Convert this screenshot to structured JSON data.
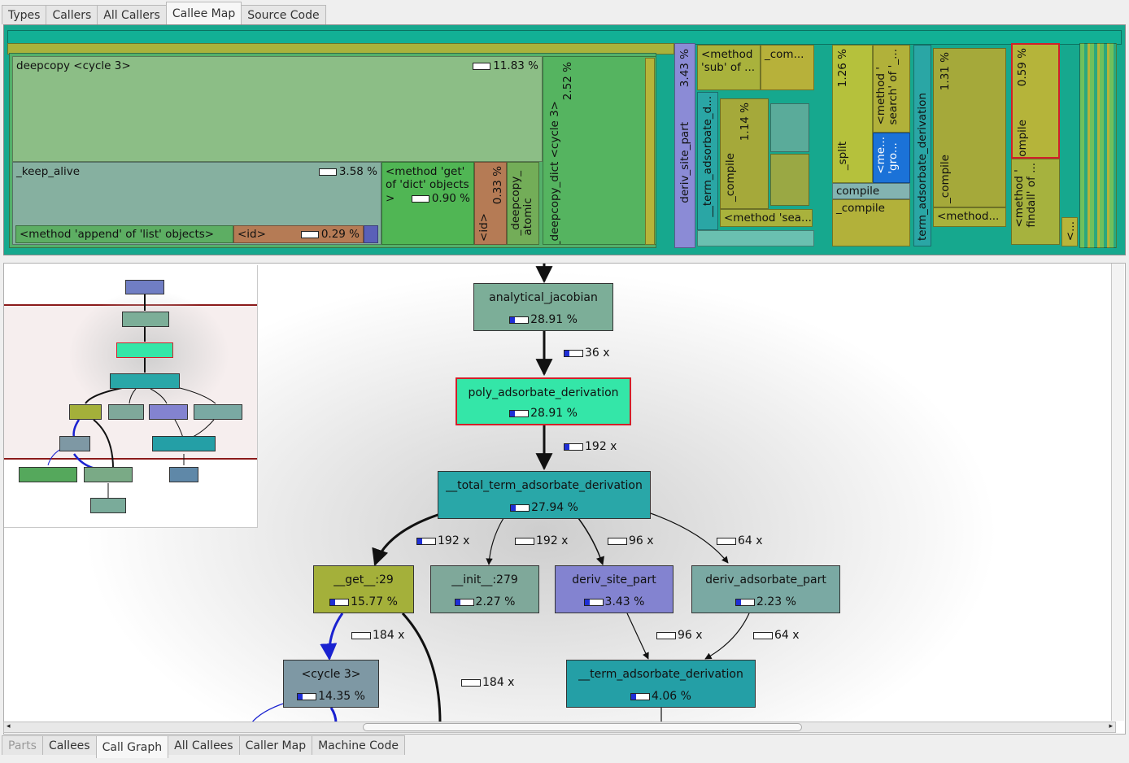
{
  "top_tabs": [
    {
      "label": "Types"
    },
    {
      "label": "Callers"
    },
    {
      "label": "All Callers"
    },
    {
      "label": "Callee Map"
    },
    {
      "label": "Source Code"
    }
  ],
  "bottom_tabs": [
    {
      "label": "Parts"
    },
    {
      "label": "Callees"
    },
    {
      "label": "Call Graph"
    },
    {
      "label": "All Callees"
    },
    {
      "label": "Caller Map"
    },
    {
      "label": "Machine Code"
    }
  ],
  "treemap": {
    "deepcopy": {
      "name": "deepcopy <cycle 3>",
      "pct": "11.83 %"
    },
    "keep_alive": {
      "name": "_keep_alive",
      "pct": "3.58 %"
    },
    "append": {
      "name": "<method 'append' of 'list' objects>"
    },
    "id": {
      "name": "<id>",
      "pct": "0.29 %"
    },
    "dict_get": {
      "name1": "<method 'get'",
      "name2": "of 'dict' objects",
      "name3": ">",
      "pct": "0.90 %"
    },
    "id_v": {
      "name": "<id>",
      "pct": "0.33 %"
    },
    "deepcopy_atomic": {
      "name": "_deepcopy_\natomic"
    },
    "deepcopy_dict": {
      "name": "_deepcopy_dict <cycle 3>",
      "pct": "2.52 %"
    },
    "deriv_site_part": {
      "name": "deriv_site_part",
      "pct": "3.43 %"
    },
    "method_sub": {
      "name1": "<method",
      "name2": "'sub' of ..."
    },
    "com": {
      "name": "_com..."
    },
    "term_adsorbate_d": {
      "name": "__term_adsorbate_d..."
    },
    "compile1": {
      "name": "_compile",
      "pct": "1.14 %"
    },
    "method_sea": {
      "name": "<method 'sea..."
    },
    "split": {
      "name": "_split",
      "pct": "1.26 %"
    },
    "method_search": {
      "name": "<method '\nsearch' of '_..."
    },
    "me_gro": {
      "name": "<me...\n'gro..."
    },
    "compile2": {
      "name": "compile"
    },
    "compile3": {
      "name": "_compile"
    },
    "term_adsorbate_derivation": {
      "name": "term_adsorbate_derivation"
    },
    "compile4": {
      "name": "_compile",
      "pct": "1.31 %"
    },
    "method_dots": {
      "name": "<method..."
    },
    "compile5": {
      "name": "_compile",
      "pct": "0.59 %"
    },
    "findall": {
      "name": "<method '\nfindall' of ..."
    },
    "lt_dots": {
      "name": "<..."
    }
  },
  "graph": {
    "nodes": {
      "analytical_jacobian": {
        "name": "analytical_jacobian",
        "pct": "28.91 %"
      },
      "poly_adsorbate_derivation": {
        "name": "poly_adsorbate_derivation",
        "pct": "28.91 %"
      },
      "total_term": {
        "name": "__total_term_adsorbate_derivation",
        "pct": "27.94 %"
      },
      "get": {
        "name": "__get__:29",
        "pct": "15.77 %"
      },
      "init": {
        "name": "__init__:279",
        "pct": "2.27 %"
      },
      "deriv_site": {
        "name": "deriv_site_part",
        "pct": "3.43 %"
      },
      "deriv_adsorbate": {
        "name": "deriv_adsorbate_part",
        "pct": "2.23 %"
      },
      "cycle3": {
        "name": "<cycle 3>",
        "pct": "14.35 %"
      },
      "term_adsorbate": {
        "name": "__term_adsorbate_derivation",
        "pct": "4.06 %"
      }
    },
    "edges": {
      "e1": "36 x",
      "e2": "192 x",
      "e3": "192 x",
      "e4": "192 x",
      "e5": "96 x",
      "e6": "64 x",
      "e7": "184 x",
      "e8": "184 x",
      "e9": "96 x",
      "e10": "64 x"
    }
  },
  "colors": {
    "treemap_bg": "#16a88e",
    "deepcopy": "#8cbe86",
    "keep_alive": "#86b0a0",
    "highlight_border": "#d2202a",
    "poly_fill": "#34e6a8",
    "teal_node": "#29a7a8",
    "olive_node": "#a4b03a",
    "purple_node": "#8383d0",
    "grey_teal_node": "#7fa89a"
  }
}
